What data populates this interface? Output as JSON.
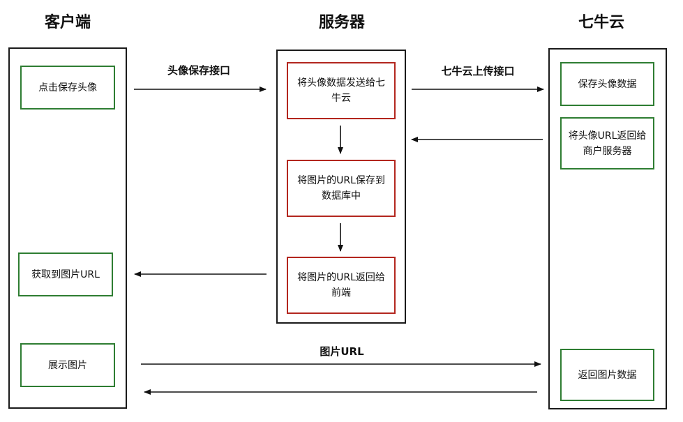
{
  "columns": {
    "client": "客户端",
    "server": "服务器",
    "qiniu": "七牛云"
  },
  "client_boxes": {
    "click_save": "点击保存头像",
    "get_url": "获取到图片URL",
    "show_image": "展示图片"
  },
  "server_boxes": {
    "send_to_qiniu": "将头像数据发送给七牛云",
    "save_url_db": "将图片的URL保存到数据库中",
    "return_url_frontend": "将图片的URL返回给前端"
  },
  "qiniu_boxes": {
    "save_avatar": "保存头像数据",
    "return_url_merchant": "将头像URL返回给商户服务器",
    "return_image": "返回图片数据"
  },
  "arrow_labels": {
    "avatar_save_api": "头像保存接口",
    "qiniu_upload_api": "七牛云上传接口",
    "image_url": "图片URL"
  },
  "colors": {
    "lane_border": "#1a1a1a",
    "client_qiniu_box_border": "#2e7d32",
    "server_box_border": "#b3261e"
  }
}
